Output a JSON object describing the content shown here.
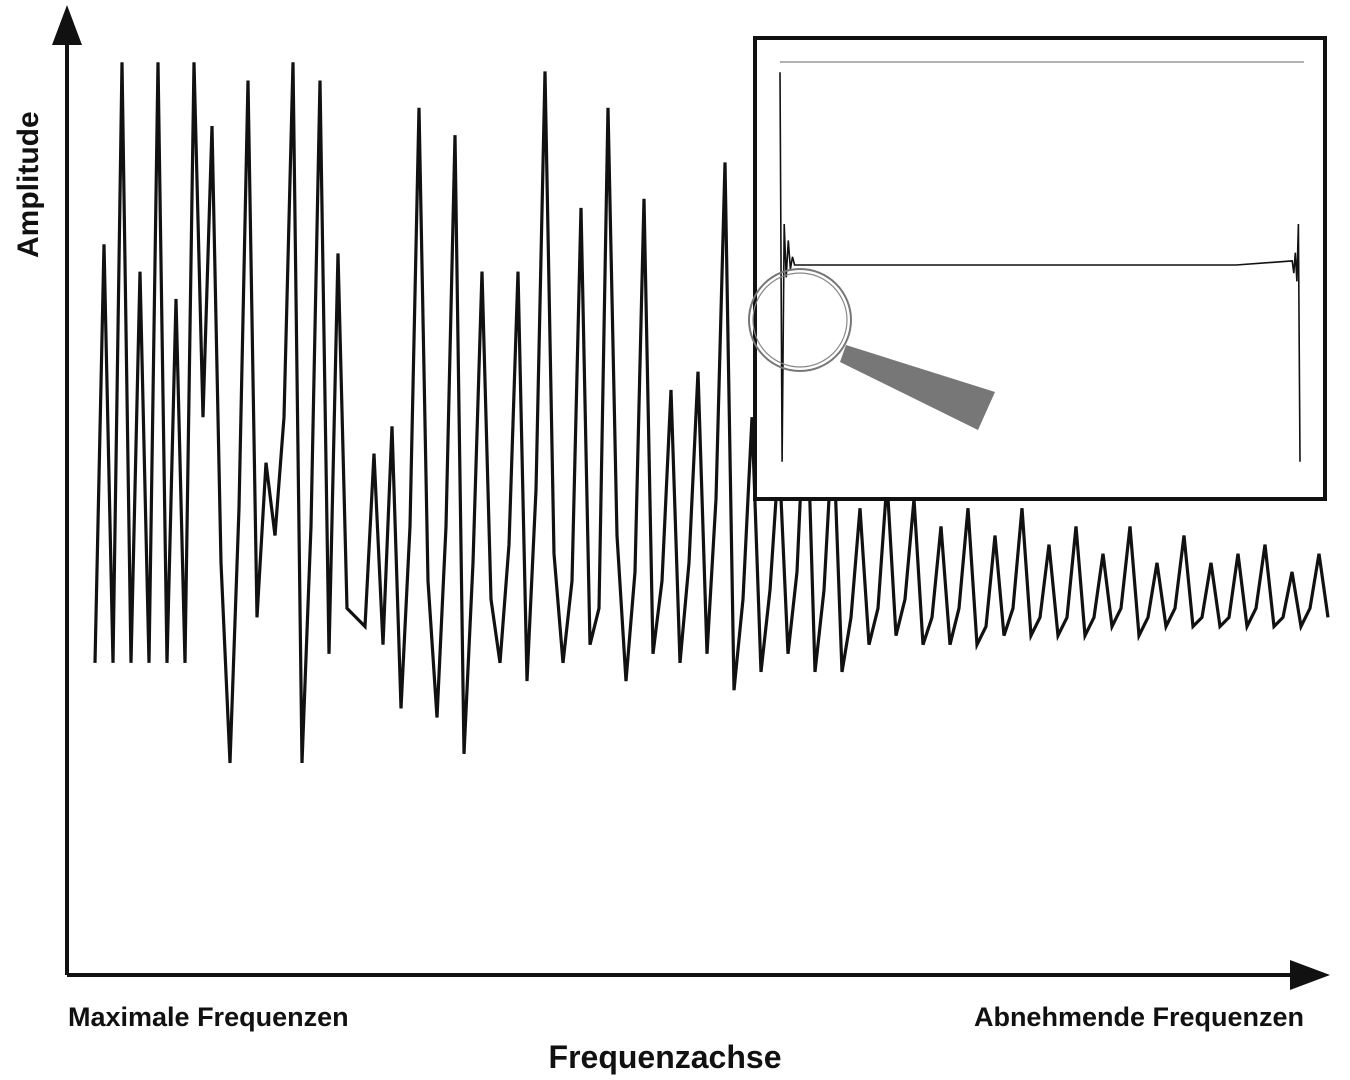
{
  "chart_data": {
    "type": "line",
    "title": "",
    "xlabel": "Frequenzachse",
    "ylabel": "Amplitude",
    "x_start_label": "Maximale Frequenzen",
    "x_end_label": "Abnehmende Frequenzen",
    "grid": false,
    "legend": "none",
    "line_color": "#111111",
    "series": [
      {
        "values": [
          0.31,
          0.77,
          0.31,
          0.97,
          0.31,
          0.74,
          0.31,
          0.97,
          0.31,
          0.71,
          0.31,
          0.97,
          0.58,
          0.9,
          0.42,
          0.2,
          0.48,
          0.95,
          0.36,
          0.53,
          0.45,
          0.58,
          0.97,
          0.2,
          0.46,
          0.95,
          0.32,
          0.76,
          0.37,
          0.36,
          0.35,
          0.54,
          0.33,
          0.57,
          0.26,
          0.46,
          0.92,
          0.4,
          0.25,
          0.46,
          0.89,
          0.21,
          0.42,
          0.74,
          0.38,
          0.31,
          0.44,
          0.74,
          0.29,
          0.5,
          0.96,
          0.43,
          0.31,
          0.4,
          0.81,
          0.33,
          0.37,
          0.92,
          0.45,
          0.29,
          0.41,
          0.82,
          0.32,
          0.4,
          0.61,
          0.31,
          0.42,
          0.63,
          0.32,
          0.49,
          0.86,
          0.28,
          0.38,
          0.58,
          0.3,
          0.39,
          0.54,
          0.32,
          0.41,
          0.63,
          0.3,
          0.39,
          0.57,
          0.3,
          0.36,
          0.48,
          0.33,
          0.37,
          0.51,
          0.34,
          0.38,
          0.49,
          0.33,
          0.36,
          0.46,
          0.33,
          0.37,
          0.48,
          0.33,
          0.35,
          0.45,
          0.34,
          0.37,
          0.48,
          0.34,
          0.36,
          0.44,
          0.34,
          0.36,
          0.46,
          0.34,
          0.36,
          0.43,
          0.35,
          0.37,
          0.46,
          0.34,
          0.36,
          0.42,
          0.35,
          0.37,
          0.45,
          0.35,
          0.36,
          0.42,
          0.35,
          0.36,
          0.43,
          0.35,
          0.37,
          0.44,
          0.35,
          0.36,
          0.41,
          0.35,
          0.37,
          0.43,
          0.36
        ]
      }
    ],
    "inset": {
      "description_free": true,
      "series": [
        {
          "values": [
            0.97,
            0.02,
            0.6,
            0.47,
            0.56,
            0.49,
            0.52,
            0.5,
            0.5,
            0.5,
            0.5,
            0.5,
            0.5,
            0.5,
            0.5,
            0.5,
            0.5,
            0.5,
            0.5,
            0.5,
            0.51,
            0.48,
            0.53,
            0.46,
            0.6,
            0.02
          ]
        }
      ],
      "magnifier_color": "#777777"
    }
  }
}
